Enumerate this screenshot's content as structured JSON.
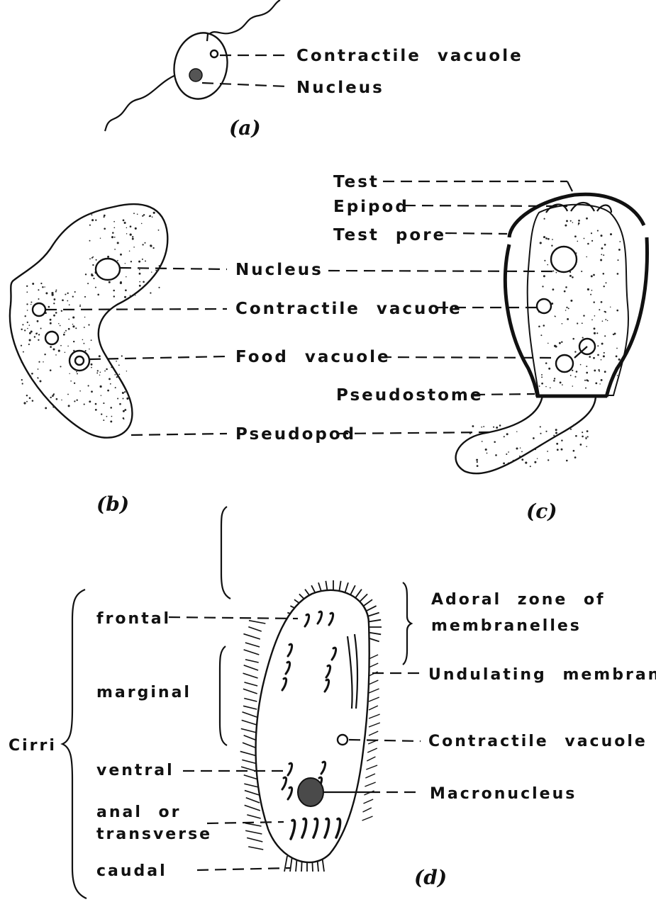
{
  "panels": {
    "a": {
      "letter": "(a)",
      "labels": {
        "contractile_vacuole": "Contractile  vacuole",
        "nucleus": "Nucleus"
      }
    },
    "b": {
      "letter": "(b)",
      "labels": {
        "nucleus": "Nucleus",
        "contractile_vacuole": "Contractile  vacuole",
        "food_vacuole": "Food  vacuole",
        "pseudopod": "Pseudopod"
      }
    },
    "c": {
      "letter": "(c)",
      "labels": {
        "test": "Test",
        "epipod": "Epipod",
        "test_pore": "Test  pore",
        "pseudostome": "Pseudostome"
      }
    },
    "d": {
      "letter": "(d)",
      "cirri_label": "Cirri",
      "cirri_types": {
        "frontal": "frontal",
        "marginal": "marginal",
        "ventral": "ventral",
        "anal_line1": "anal  or",
        "anal_line2": "transverse",
        "caudal": "caudal"
      },
      "labels": {
        "adoral_line1": "Adoral  zone  of",
        "adoral_line2": "membranelles",
        "undulating_membrane": "Undulating  membrane",
        "contractile_vacuole": "Contractile  vacuole",
        "macronucleus": "Macronucleus"
      }
    }
  }
}
